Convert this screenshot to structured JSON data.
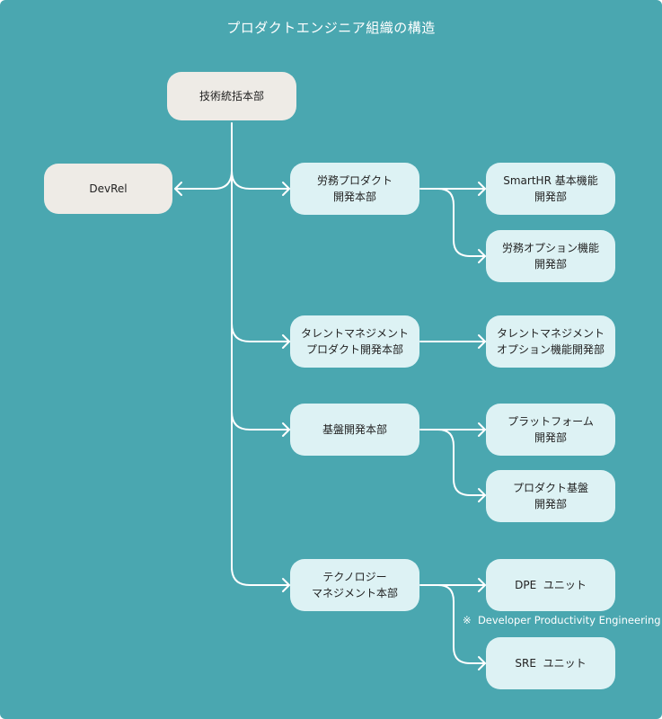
{
  "title": "プロダクトエンジニア組織の構造",
  "colors": {
    "background": "#4aa7b0",
    "gray_node": "#eeebe6",
    "light_node": "#ddf2f4",
    "line": "#ffffff"
  },
  "nodes": {
    "root": "技術統括本部",
    "devrel": "DevRel",
    "labor_line1": "労務プロダクト",
    "labor_line2": "開発本部",
    "basic_line1": "SmartHR 基本機能",
    "basic_line2": "開発部",
    "laboropt_line1": "労務オプション機能",
    "laboropt_line2": "開発部",
    "talent_line1": "タレントマネジメント",
    "talent_line2": "プロダクト開発本部",
    "talentopt_line1": "タレントマネジメント",
    "talentopt_line2": "オプション機能開発部",
    "base": "基盤開発本部",
    "platform_line1": "プラットフォーム",
    "platform_line2": "開発部",
    "prodbase_line1": "プロダクト基盤",
    "prodbase_line2": "開発部",
    "tech_line1": "テクノロジー",
    "tech_line2": "マネジメント本部",
    "dpe": "DPE  ユニット",
    "sre": "SRE  ユニット"
  },
  "note": "※  Developer Productivity Engineering"
}
